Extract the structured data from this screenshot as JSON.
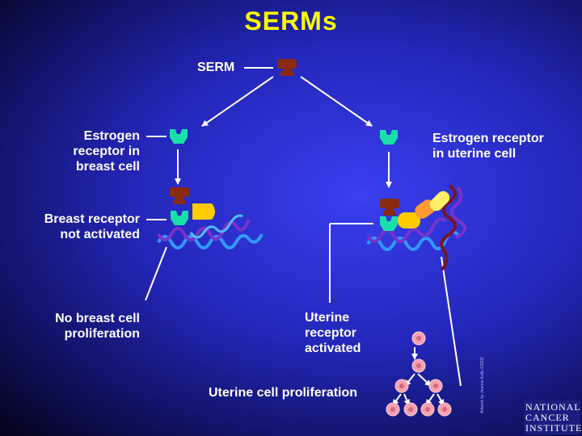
{
  "title": "SERMs",
  "labels": {
    "serm": "SERM",
    "er_breast": [
      "Estrogen",
      "receptor in",
      "breast cell"
    ],
    "er_uterine": [
      "Estrogen receptor",
      "in uterine cell"
    ],
    "breast_not_activated": [
      "Breast receptor",
      "not activated"
    ],
    "no_breast_prolif": [
      "No breast cell",
      "proliferation"
    ],
    "uterine_activated": [
      "Uterine",
      "receptor",
      "activated"
    ],
    "uterine_prolif": "Uterine cell proliferation"
  },
  "credit": "Artwork by Jeanne Kelly ©2002",
  "logo": [
    "NATIONAL",
    "CANCER",
    "INSTITUTE"
  ],
  "colors": {
    "title": "#ffff00",
    "receptor": "#19e0a8",
    "serm": "#8a2a10",
    "coactivator_yellow": "#ffcc00",
    "coactivator_orange": "#ff9933",
    "coactivator_pale": "#ffee66",
    "dna_blue": "#3399ff",
    "dna_purple": "#7733cc",
    "cell_pink": "#f5a0b0"
  },
  "icons": [
    "serm-molecule-icon",
    "estrogen-receptor-icon",
    "dna-helix-icon",
    "cell-icon"
  ]
}
